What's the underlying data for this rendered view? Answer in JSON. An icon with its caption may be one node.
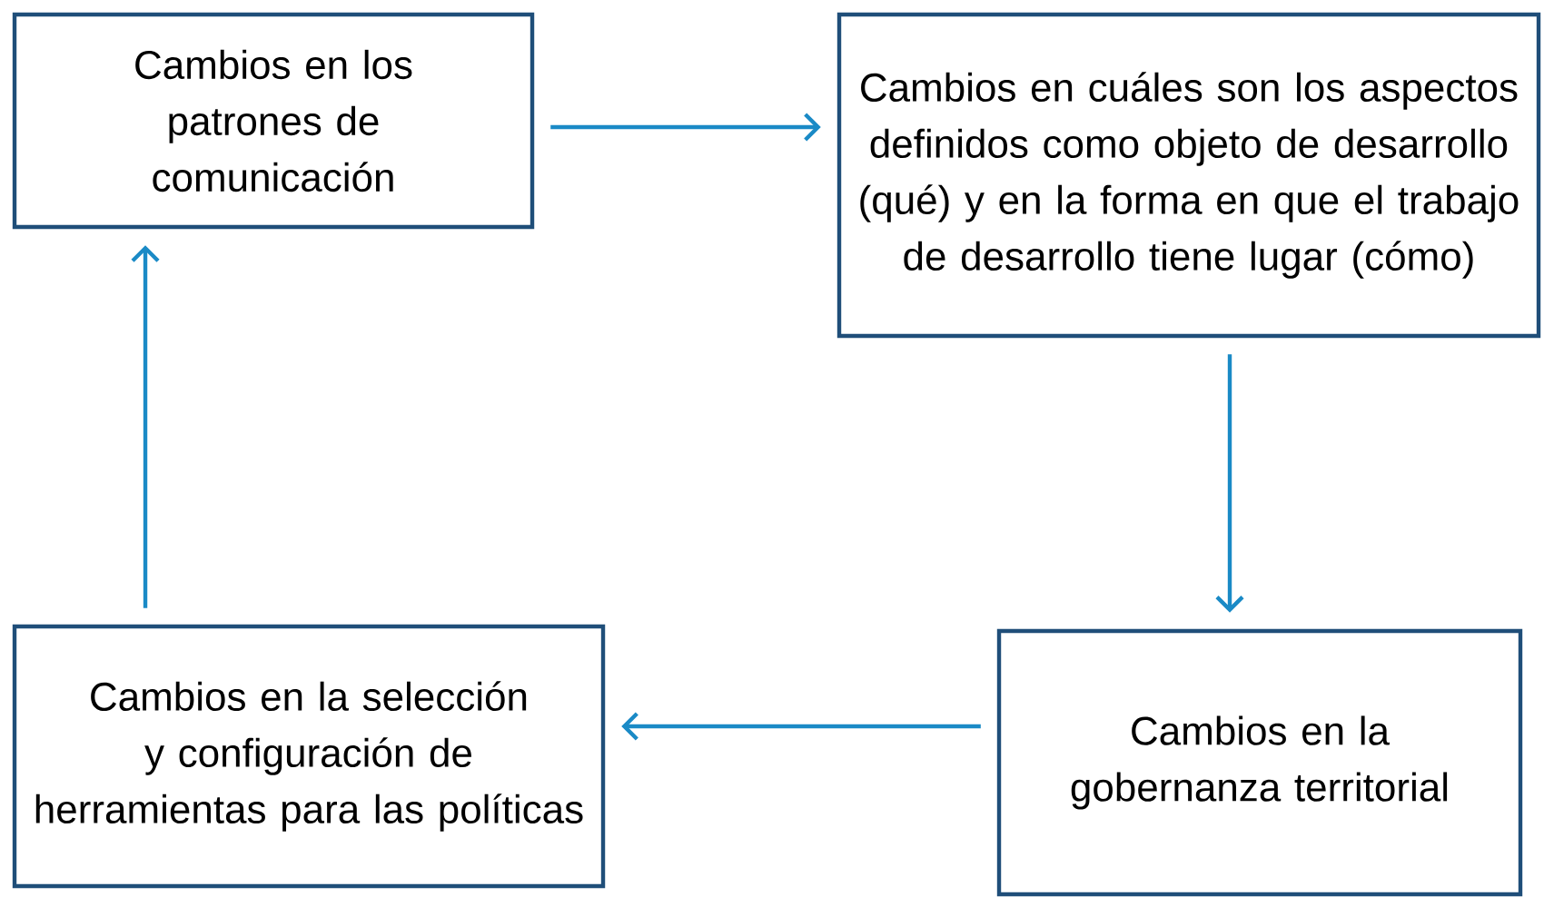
{
  "diagram": {
    "nodes": [
      {
        "text": [
          "Cambios en los patrones de comunicación"
        ]
      },
      {
        "text": [
          "Cambios en cuáles son los aspectos definidos como objeto de desarrollo (qué) y en la forma en que el trabajo de desarrollo tiene lugar (cómo)"
        ]
      },
      {
        "text": [
          "Cambios en la gobernanza territorial"
        ]
      },
      {
        "text": [
          "Cambios en la selección y configuración de herramientas para las políticas"
        ]
      }
    ],
    "edges": [
      {
        "from": 0,
        "to": 1,
        "arrow": "to"
      },
      {
        "from": 1,
        "to": 2,
        "arrow": "to"
      },
      {
        "from": 2,
        "to": 3,
        "arrow": "to"
      },
      {
        "from": 3,
        "to": 0,
        "arrow": "to"
      }
    ]
  }
}
